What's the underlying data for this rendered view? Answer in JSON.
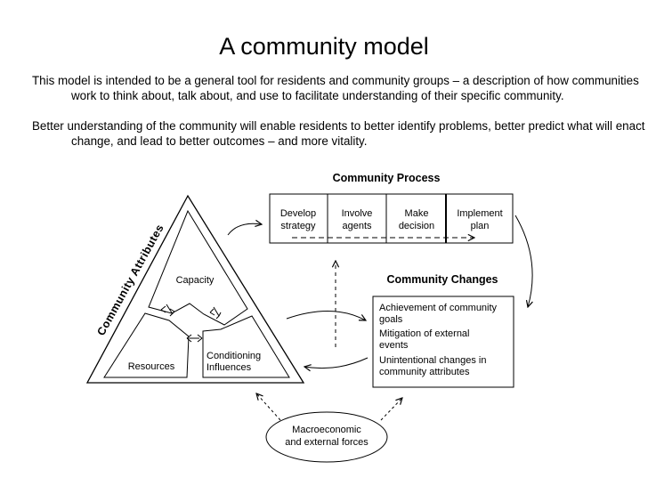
{
  "title": "A community model",
  "paragraphs": [
    "This model is intended to be a general tool for residents and community groups – a description of how communities work to think about, talk about, and use to facilitate understanding of their specific community.",
    "Better understanding of the community will enable residents to better identify problems, better predict what will enact change, and lead to better outcomes – and more vitality."
  ],
  "diagram": {
    "attributes_label": "Community Attributes",
    "capacity": "Capacity",
    "resources": "Resources",
    "conditioning": [
      "Conditioning",
      "Influences"
    ],
    "process_title": "Community Process",
    "process_steps": [
      [
        "Develop",
        "strategy"
      ],
      [
        "Involve",
        "agents"
      ],
      [
        "Make",
        "decision"
      ],
      [
        "Implement",
        "plan"
      ]
    ],
    "changes_title": "Community Changes",
    "changes_items": [
      [
        "Achievement of community",
        "goals"
      ],
      [
        "Mitigation of external",
        "events"
      ],
      [
        "Unintentional changes in",
        "community attributes"
      ]
    ],
    "macro": [
      "Macroeconomic",
      "and external forces"
    ]
  }
}
